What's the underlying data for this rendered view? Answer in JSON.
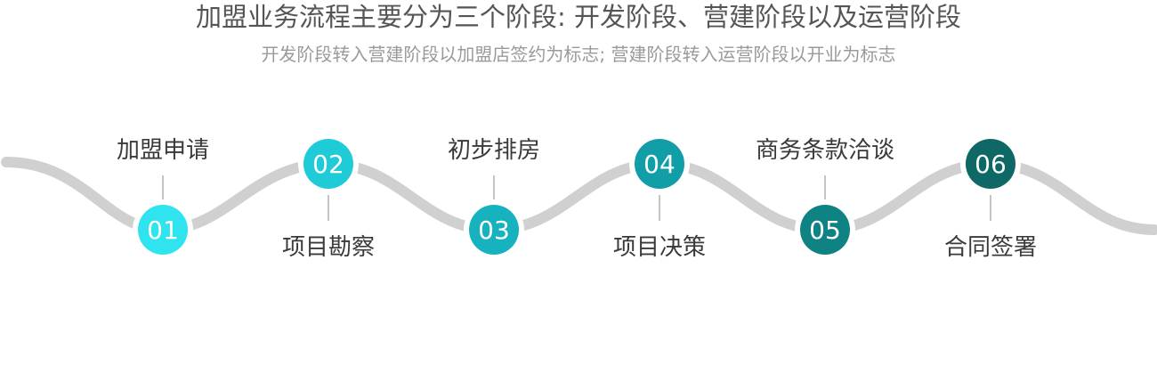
{
  "header": {
    "title": "加盟业务流程主要分为三个阶段: 开发阶段、营建阶段以及运营阶段",
    "subtitle": "开发阶段转入营建阶段以加盟店签约为标志; 营建阶段转入运营阶段以开业为标志"
  },
  "steps": [
    {
      "number": "01",
      "label": "加盟申请",
      "color": "#2fe3ef"
    },
    {
      "number": "02",
      "label": "项目勘察",
      "color": "#20cbd8"
    },
    {
      "number": "03",
      "label": "初步排房",
      "color": "#16b3bf"
    },
    {
      "number": "04",
      "label": "项目决策",
      "color": "#129ea6"
    },
    {
      "number": "05",
      "label": "商务条款洽谈",
      "color": "#0f8283"
    },
    {
      "number": "06",
      "label": "合同签署",
      "color": "#0e6865"
    }
  ],
  "colors": {
    "wave": "#d0d0d0",
    "connector": "#c4c4c4",
    "text": "#3a3a3a"
  }
}
